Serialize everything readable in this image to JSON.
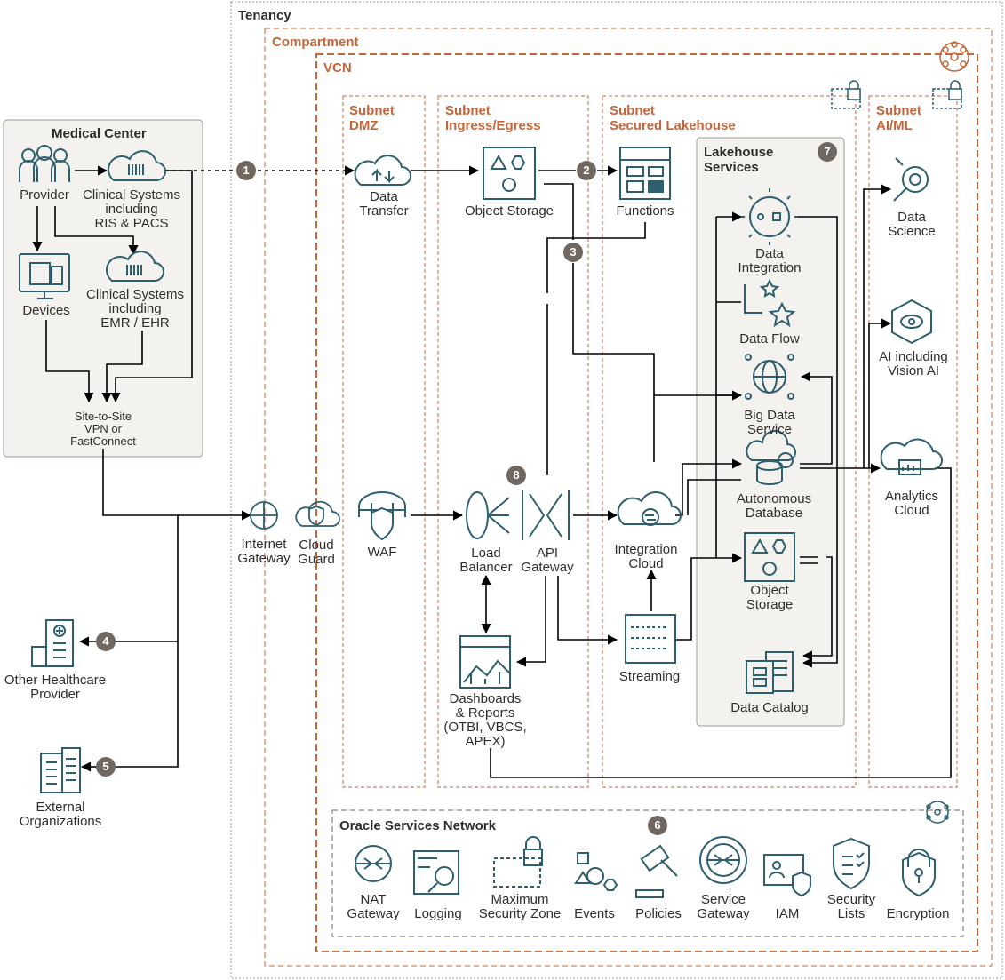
{
  "containers": {
    "tenancy": "Tenancy",
    "compartment": "Compartment",
    "vcn": "VCN",
    "subnet_dmz": "Subnet\nDMZ",
    "subnet_ingress": "Subnet\nIngress/Egress",
    "subnet_lakehouse": "Subnet\nSecured Lakehouse",
    "subnet_aiml": "Subnet\nAI/ML",
    "lakehouse_services": "Lakehouse\nServices",
    "medical_center": "Medical Center",
    "oracle_services_network": "Oracle Services Network"
  },
  "medical": {
    "provider": "Provider",
    "clinical_ris": "Clinical Systems\nincluding\nRIS & PACS",
    "devices": "Devices",
    "clinical_emr": "Clinical Systems\nincluding\nEMR / EHR",
    "vpn": "Site-to-Site\nVPN or\nFastConnect"
  },
  "external": {
    "other_healthcare": "Other Healthcare\nProvider",
    "external_orgs": "External\nOrganizations"
  },
  "network": {
    "internet_gateway": "Internet\nGateway",
    "cloud_guard": "Cloud\nGuard",
    "waf": "WAF"
  },
  "ingress": {
    "data_transfer": "Data\nTransfer",
    "object_storage": "Object Storage",
    "load_balancer": "Load\nBalancer",
    "api_gateway": "API\nGateway",
    "dashboards": "Dashboards\n& Reports\n(OTBI, VBCS,\nAPEX)"
  },
  "lakehouse": {
    "functions": "Functions",
    "integration_cloud": "Integration\nCloud",
    "streaming": "Streaming",
    "data_integration": "Data\nIntegration",
    "data_flow": "Data Flow",
    "big_data": "Big Data\nService",
    "autonomous_db": "Autonomous\nDatabase",
    "object_storage": "Object\nStorage",
    "data_catalog": "Data Catalog"
  },
  "aiml": {
    "data_science": "Data\nScience",
    "ai_vision": "AI including\nVision AI",
    "analytics_cloud": "Analytics\nCloud"
  },
  "osn": {
    "nat_gateway": "NAT\nGateway",
    "logging": "Logging",
    "max_security_zone": "Maximum\nSecurity Zone",
    "events": "Events",
    "policies": "Policies",
    "service_gateway": "Service\nGateway",
    "iam": "IAM",
    "security_lists": "Security\nLists",
    "encryption": "Encryption"
  },
  "badges": [
    "1",
    "2",
    "3",
    "4",
    "5",
    "6",
    "7",
    "8"
  ],
  "colors": {
    "icon": "#2e5f6e",
    "line": "#000000",
    "accent": "#c5663a",
    "badge": "#6f6760",
    "panel": "#f4f2ef",
    "tenancy_border": "#9e9892"
  }
}
